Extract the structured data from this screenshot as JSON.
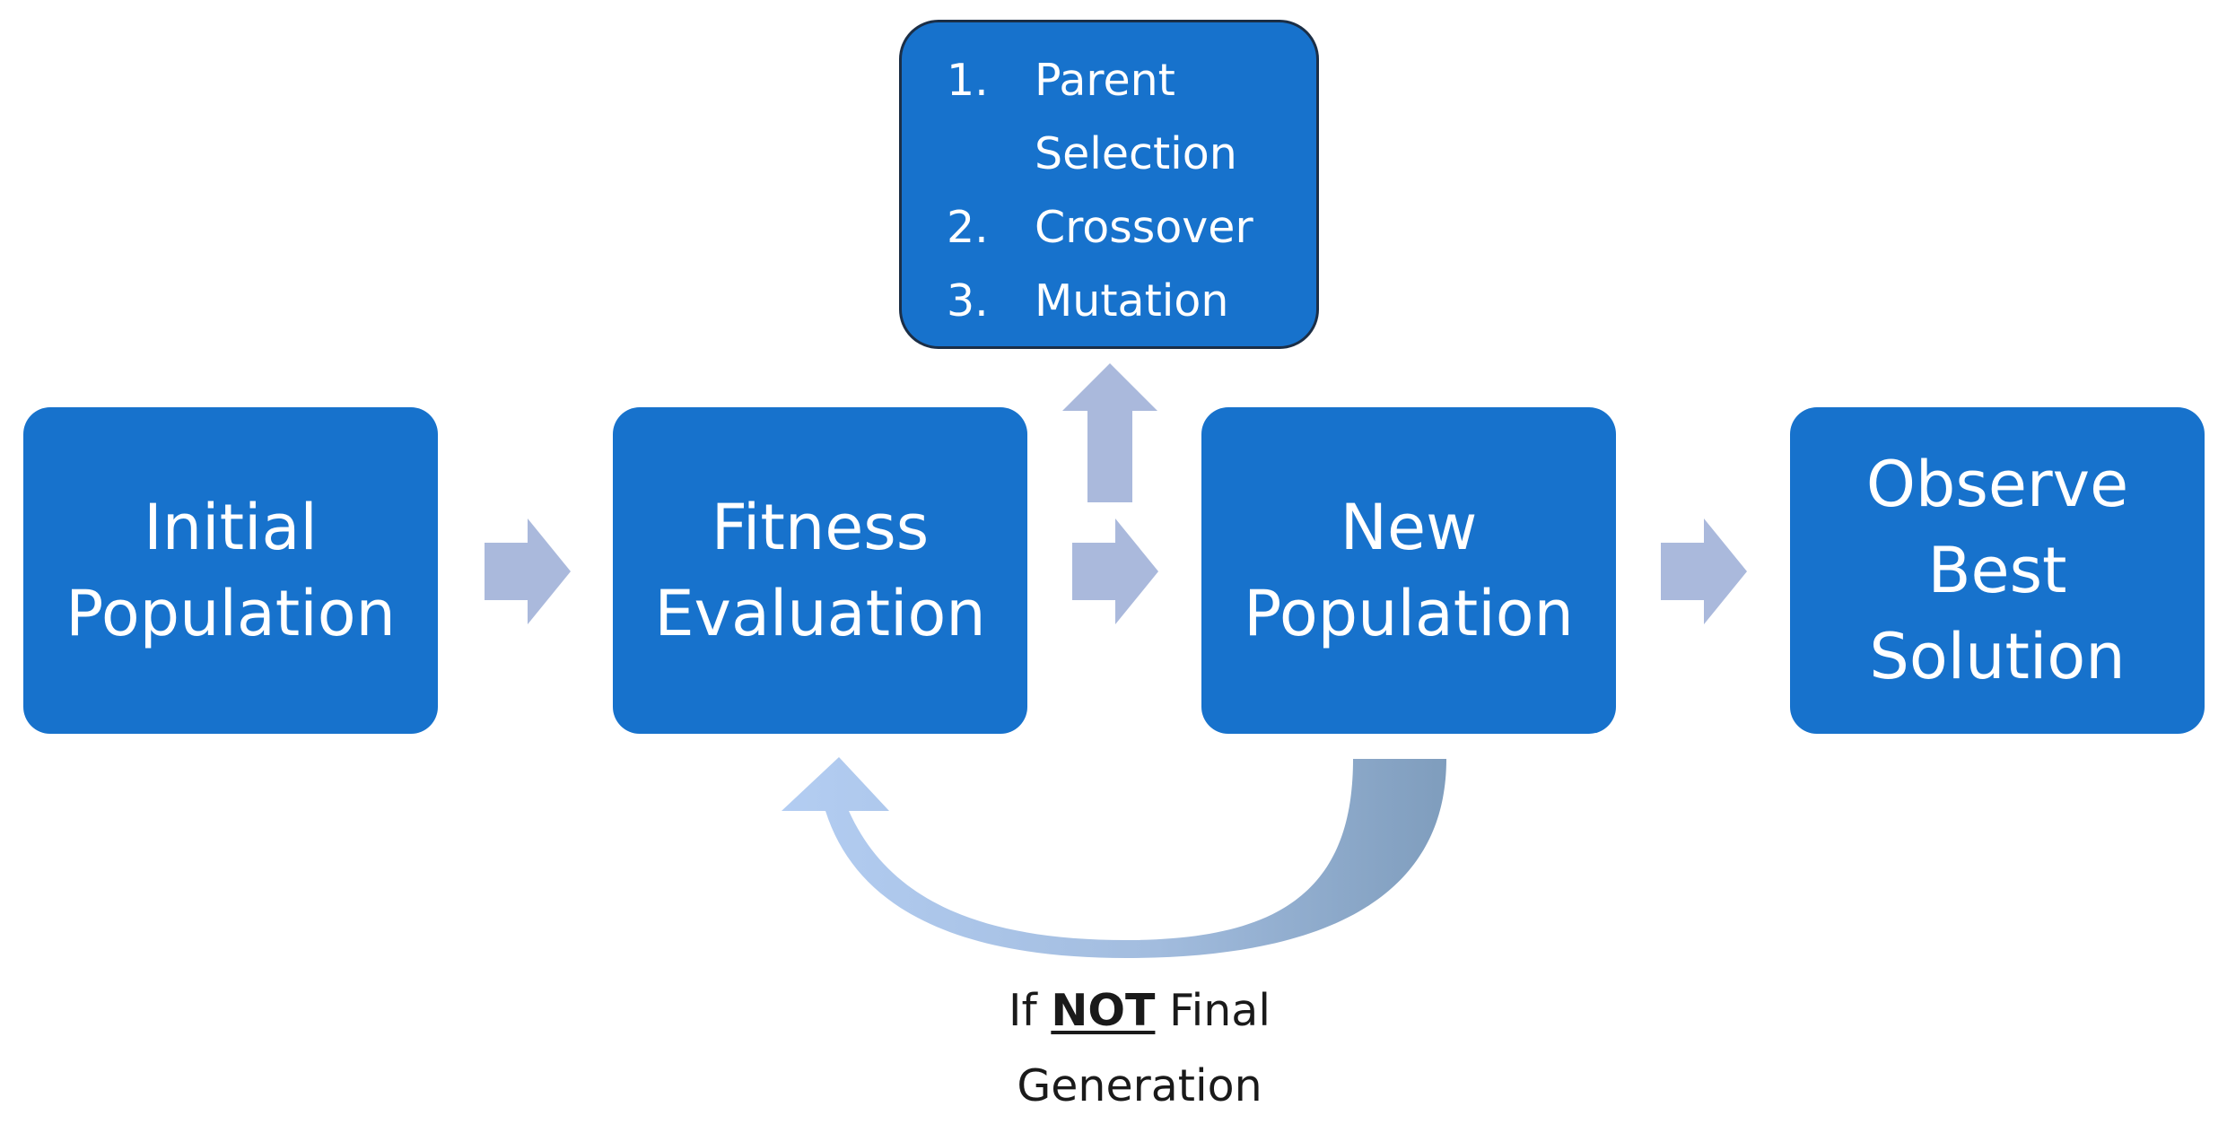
{
  "boxes": {
    "initial": {
      "line1": "Initial",
      "line2": "Population"
    },
    "fitness": {
      "line1": "Fitness",
      "line2": "Evaluation"
    },
    "new_population": {
      "line1": "New",
      "line2": "Population"
    },
    "observe": {
      "line1": "Observe",
      "line2": "Best",
      "line3": "Solution"
    }
  },
  "operators": {
    "items": [
      {
        "num": "1.",
        "line1": "Parent",
        "line2": "Selection"
      },
      {
        "num": "2.",
        "line1": "Crossover"
      },
      {
        "num": "3.",
        "line1": "Mutation"
      }
    ]
  },
  "loop": {
    "caption_prefix": "If",
    "caption_emphasis": "NOT",
    "caption_suffix": "Final",
    "caption_line2": "Generation"
  },
  "colors": {
    "box_fill": "#1772cc",
    "arrow_fill": "#aab9dc",
    "loop_arrow_light": "#b3cdf2",
    "loop_arrow_dark": "#7f9dbd"
  }
}
